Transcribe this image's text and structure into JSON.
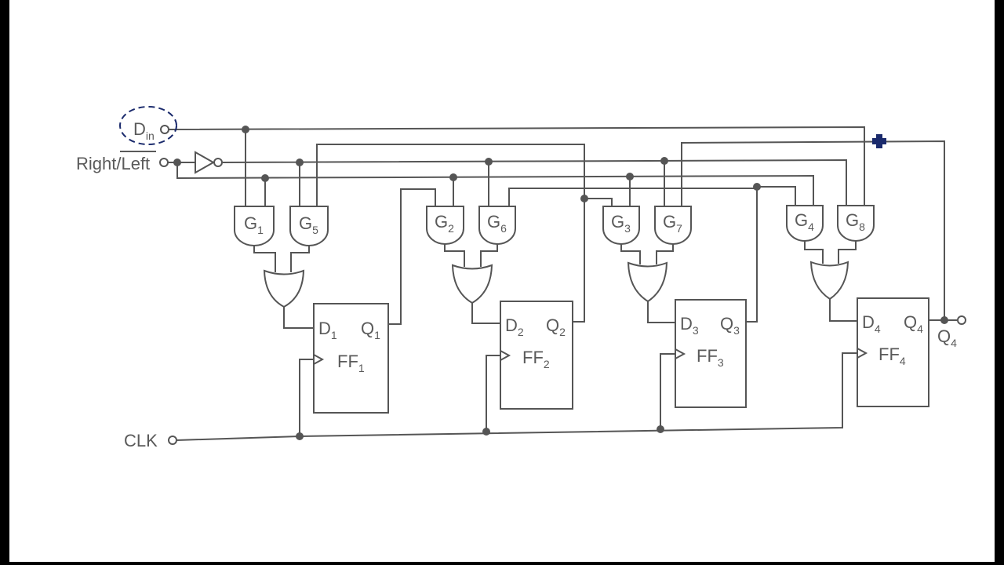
{
  "inputs": {
    "din_main": "D",
    "din_sub": "in",
    "right_left": "Right/Left",
    "clk": "CLK"
  },
  "gates": [
    {
      "main": "G",
      "sub": "1"
    },
    {
      "main": "G",
      "sub": "5"
    },
    {
      "main": "G",
      "sub": "2"
    },
    {
      "main": "G",
      "sub": "6"
    },
    {
      "main": "G",
      "sub": "3"
    },
    {
      "main": "G",
      "sub": "7"
    },
    {
      "main": "G",
      "sub": "4"
    },
    {
      "main": "G",
      "sub": "8"
    }
  ],
  "flip_flops": [
    {
      "d_main": "D",
      "d_sub": "1",
      "q_main": "Q",
      "q_sub": "1",
      "name_main": "FF",
      "name_sub": "1"
    },
    {
      "d_main": "D",
      "d_sub": "2",
      "q_main": "Q",
      "q_sub": "2",
      "name_main": "FF",
      "name_sub": "2"
    },
    {
      "d_main": "D",
      "d_sub": "3",
      "q_main": "Q",
      "q_sub": "3",
      "name_main": "FF",
      "name_sub": "3"
    },
    {
      "d_main": "D",
      "d_sub": "4",
      "q_main": "Q",
      "q_sub": "4",
      "name_main": "FF",
      "name_sub": "4"
    }
  ],
  "output": {
    "main": "Q",
    "sub": "4"
  },
  "colors": {
    "line": "#555555",
    "marker": "#1a2a6c",
    "annotation": "#1a2a6c"
  }
}
